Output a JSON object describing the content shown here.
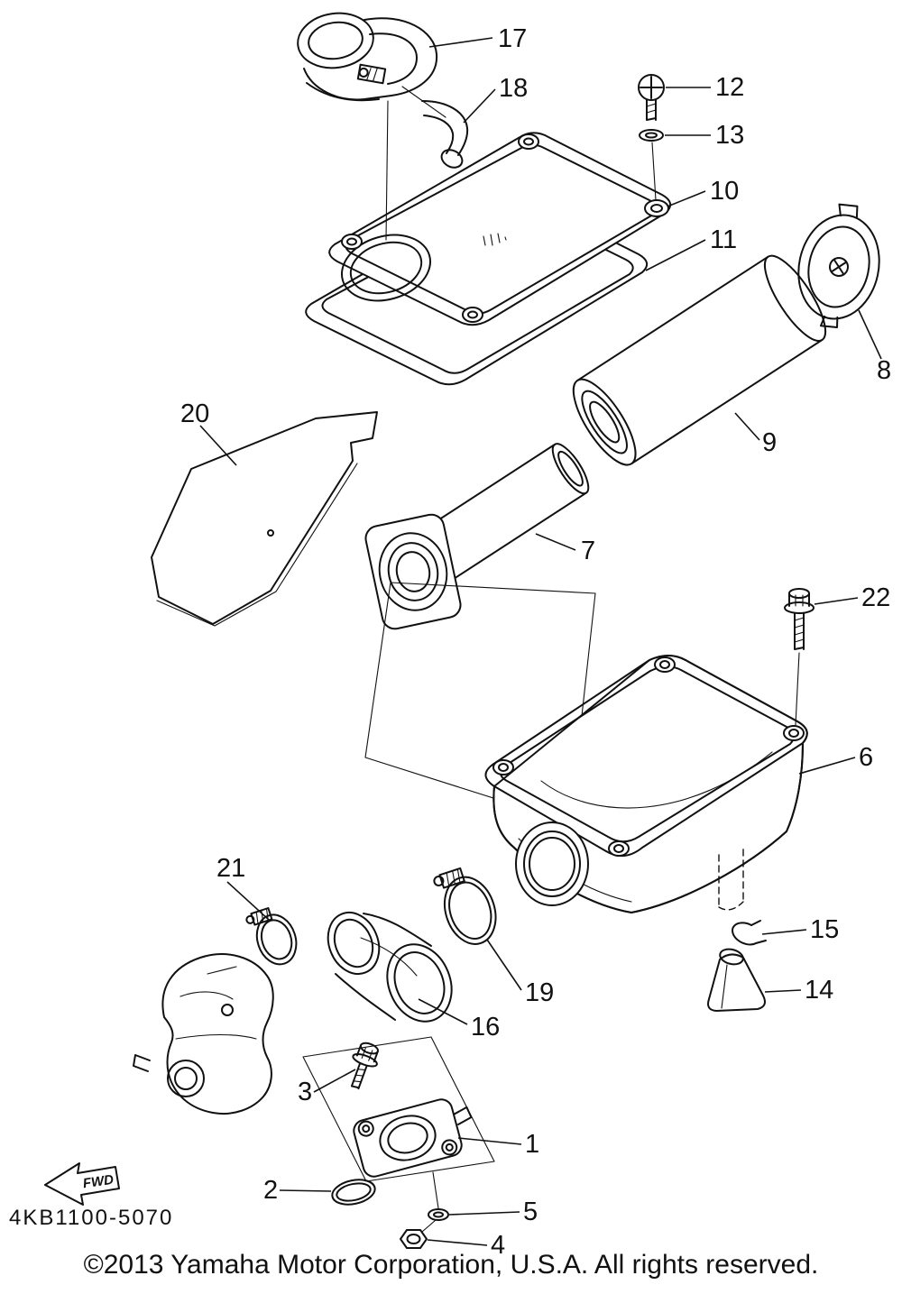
{
  "diagram": {
    "paper_color": "#ffffff",
    "ink_color": "#111111",
    "part_code": "4KB1100-5070",
    "copyright": "©2013 Yamaha Motor Corporation, U.S.A. All rights reserved.",
    "fwd_label": "FWD",
    "callouts": [
      {
        "label": "17"
      },
      {
        "label": "18"
      },
      {
        "label": "12"
      },
      {
        "label": "13"
      },
      {
        "label": "10"
      },
      {
        "label": "11"
      },
      {
        "label": "8"
      },
      {
        "label": "9"
      },
      {
        "label": "20"
      },
      {
        "label": "7"
      },
      {
        "label": "22"
      },
      {
        "label": "6"
      },
      {
        "label": "21"
      },
      {
        "label": "19"
      },
      {
        "label": "16"
      },
      {
        "label": "15"
      },
      {
        "label": "14"
      },
      {
        "label": "3"
      },
      {
        "label": "1"
      },
      {
        "label": "2"
      },
      {
        "label": "5"
      },
      {
        "label": "4"
      }
    ]
  }
}
